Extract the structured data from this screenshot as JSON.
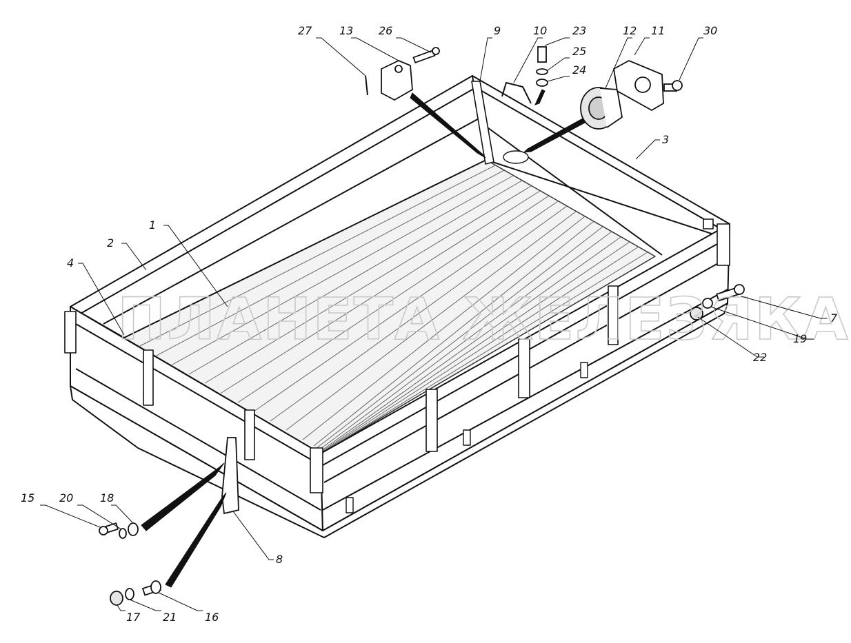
{
  "watermark": "ПЛАНЕТА ЖЕЛЕЗЯКА",
  "callouts": [
    "1",
    "2",
    "3",
    "4",
    "7",
    "8",
    "9",
    "10",
    "11",
    "12",
    "13",
    "15",
    "16",
    "17",
    "18",
    "19",
    "20",
    "21",
    "22",
    "23",
    "24",
    "25",
    "26",
    "27",
    "30"
  ],
  "colors": {
    "line": "#111111",
    "floor_fill": "#f2f2f2",
    "watermark": "#c9c9c9"
  }
}
